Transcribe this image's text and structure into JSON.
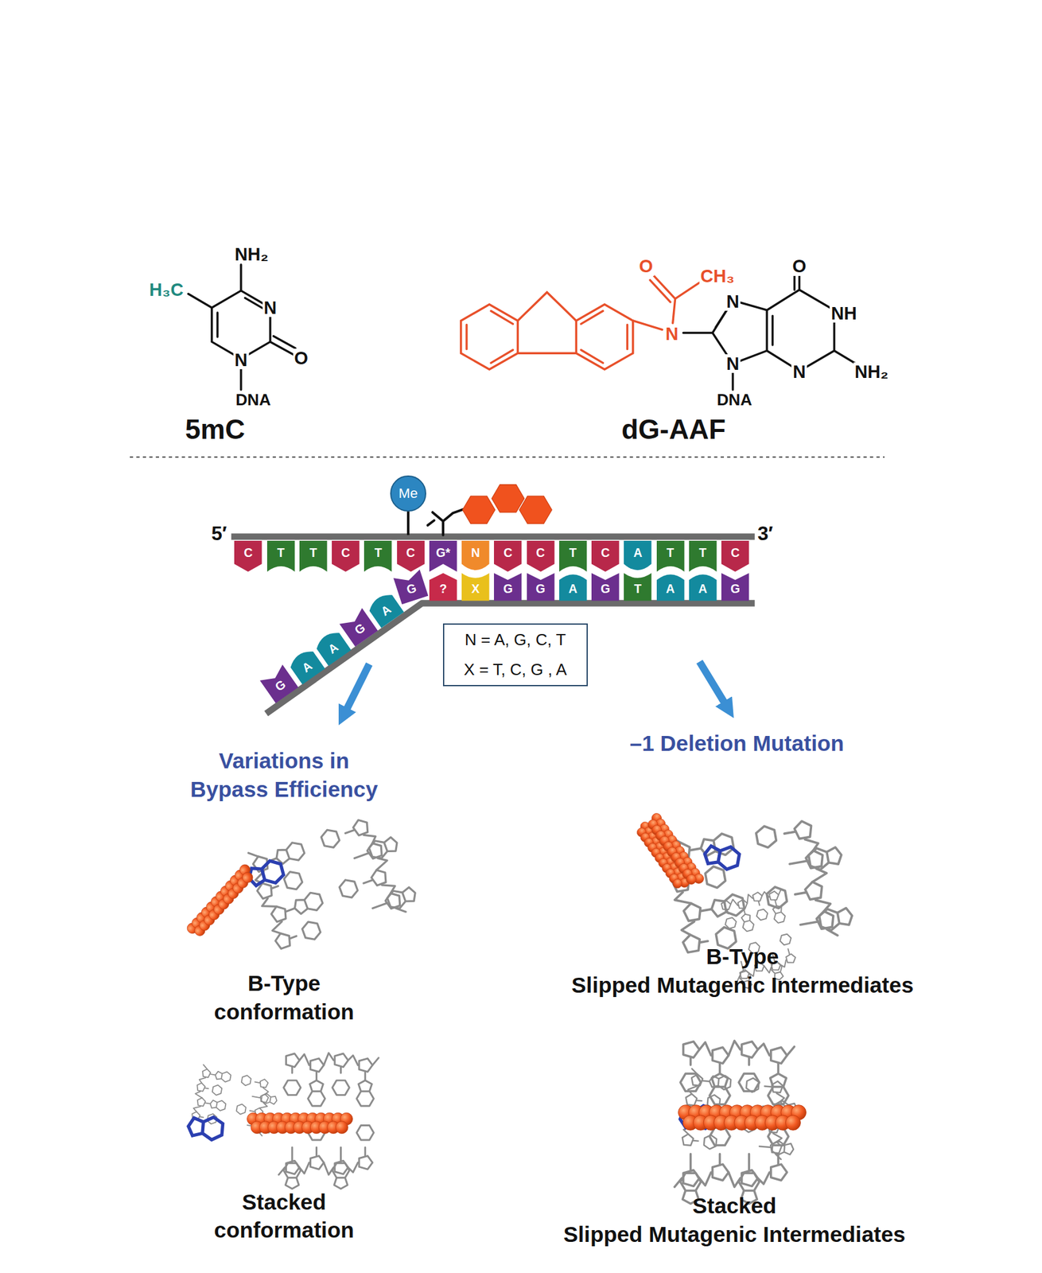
{
  "diagram": {
    "nodes": [
      {
        "text": [
          "Me"
        ]
      },
      {
        "text": [
          "C"
        ]
      },
      {
        "text": [
          "T"
        ]
      },
      {
        "text": [
          "T"
        ]
      },
      {
        "text": [
          "C"
        ]
      },
      {
        "text": [
          "T"
        ]
      },
      {
        "text": [
          "C"
        ]
      },
      {
        "text": [
          "G*"
        ]
      },
      {
        "text": [
          "N"
        ]
      },
      {
        "text": [
          "C"
        ]
      },
      {
        "text": [
          "C"
        ]
      },
      {
        "text": [
          "T"
        ]
      },
      {
        "text": [
          "C"
        ]
      },
      {
        "text": [
          "A"
        ]
      },
      {
        "text": [
          "T"
        ]
      },
      {
        "text": [
          "T"
        ]
      },
      {
        "text": [
          "C"
        ]
      },
      {
        "text": [
          "G"
        ]
      },
      {
        "text": [
          "A"
        ]
      },
      {
        "text": [
          "A"
        ]
      },
      {
        "text": [
          "G"
        ]
      },
      {
        "text": [
          "A"
        ]
      },
      {
        "text": [
          "G"
        ]
      },
      {
        "text": [
          "?"
        ]
      },
      {
        "text": [
          "X"
        ]
      },
      {
        "text": [
          "G"
        ]
      },
      {
        "text": [
          "G"
        ]
      },
      {
        "text": [
          "A"
        ]
      },
      {
        "text": [
          "G"
        ]
      },
      {
        "text": [
          "T"
        ]
      },
      {
        "text": [
          "A"
        ]
      },
      {
        "text": [
          "A"
        ]
      },
      {
        "text": [
          "G"
        ]
      },
      {
        "text": [
          "N = A, G, C, T",
          "X = T, C, G , A"
        ]
      }
    ],
    "labels": [
      "NH₂",
      "H₃C",
      "N",
      "N",
      "O",
      "DNA",
      "5mC",
      "O",
      "CH₃",
      "N",
      "N",
      "O",
      "NH",
      "N",
      "N",
      "NH₂",
      "DNA",
      "dG-AAF",
      "5′",
      "3′",
      "Variations in Bypass Efficiency",
      "–1 Deletion Mutation",
      "B-Type conformation",
      "Stacked conformation",
      "B-Type Slipped Mutagenic Intermediates",
      "Stacked Slipped Mutagenic Intermediates"
    ]
  }
}
